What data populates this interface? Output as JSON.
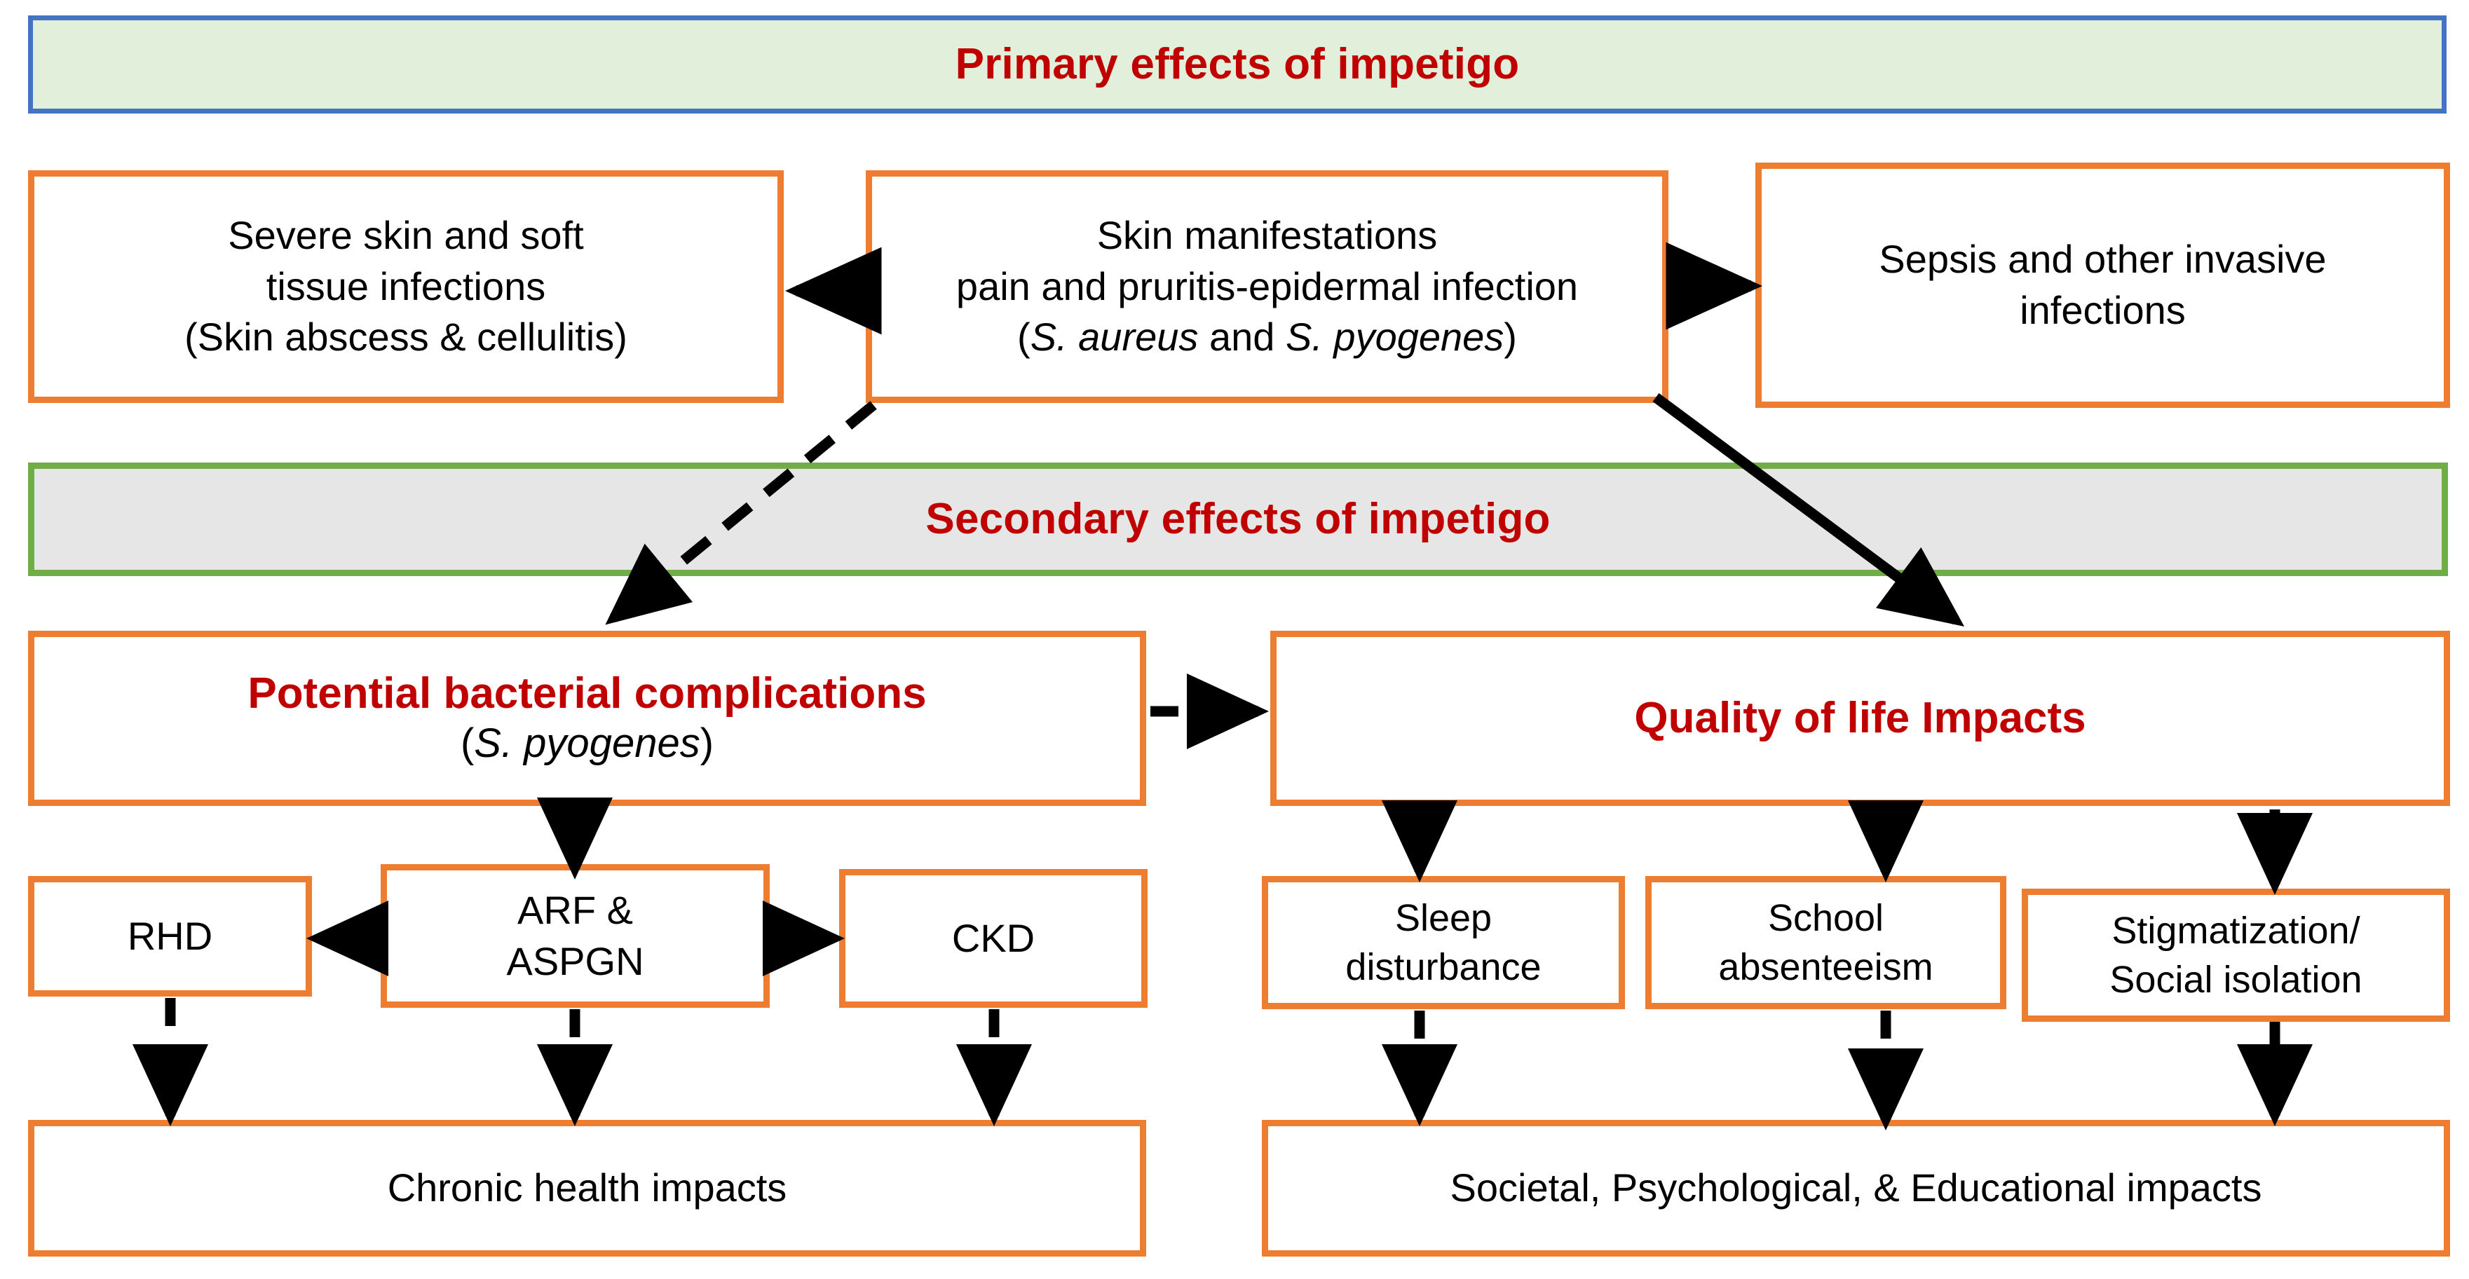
{
  "diagram": {
    "title_primary": "Primary effects of impetigo",
    "title_secondary": "Secondary effects of impetigo",
    "colors": {
      "accent_orange": "#ED7D31",
      "banner_blue_border": "#4472C4",
      "banner_green_fill": "#E2EFDA",
      "banner_green_border": "#70AD47",
      "banner_grey_fill": "#E6E6E6",
      "heading_red": "#C00000",
      "arrow_black": "#000000"
    }
  },
  "primary": {
    "left_box": {
      "line1": "Severe skin and soft",
      "line2": "tissue infections",
      "line3": "(Skin abscess & cellulitis)"
    },
    "center_box": {
      "line1": "Skin manifestations",
      "line2": "pain and pruritis-epidermal  infection",
      "line3_open": "(",
      "line3_it1": "S. aureus",
      "line3_mid": " and ",
      "line3_it2": "S. pyogenes",
      "line3_close": ")"
    },
    "right_box": {
      "line1": "Sepsis and other invasive",
      "line2": "infections"
    }
  },
  "secondary": {
    "bacterial_box": {
      "heading": "Potential bacterial complications",
      "sub_open": "(",
      "sub_it": "S. pyogenes",
      "sub_close": ")"
    },
    "qol_box": {
      "heading": "Quality of life Impacts"
    },
    "bacterial_children": [
      {
        "label": "RHD"
      },
      {
        "label_line1": "ARF &",
        "label_line2": "ASPGN"
      },
      {
        "label": "CKD"
      }
    ],
    "bacterial_outcome": "Chronic health impacts",
    "qol_children": [
      {
        "line1": "Sleep",
        "line2": "disturbance"
      },
      {
        "line1": "School",
        "line2": "absenteeism"
      },
      {
        "line1": "Stigmatization/",
        "line2": "Social isolation"
      }
    ],
    "qol_outcome": "Societal, Psychological, & Educational impacts"
  }
}
